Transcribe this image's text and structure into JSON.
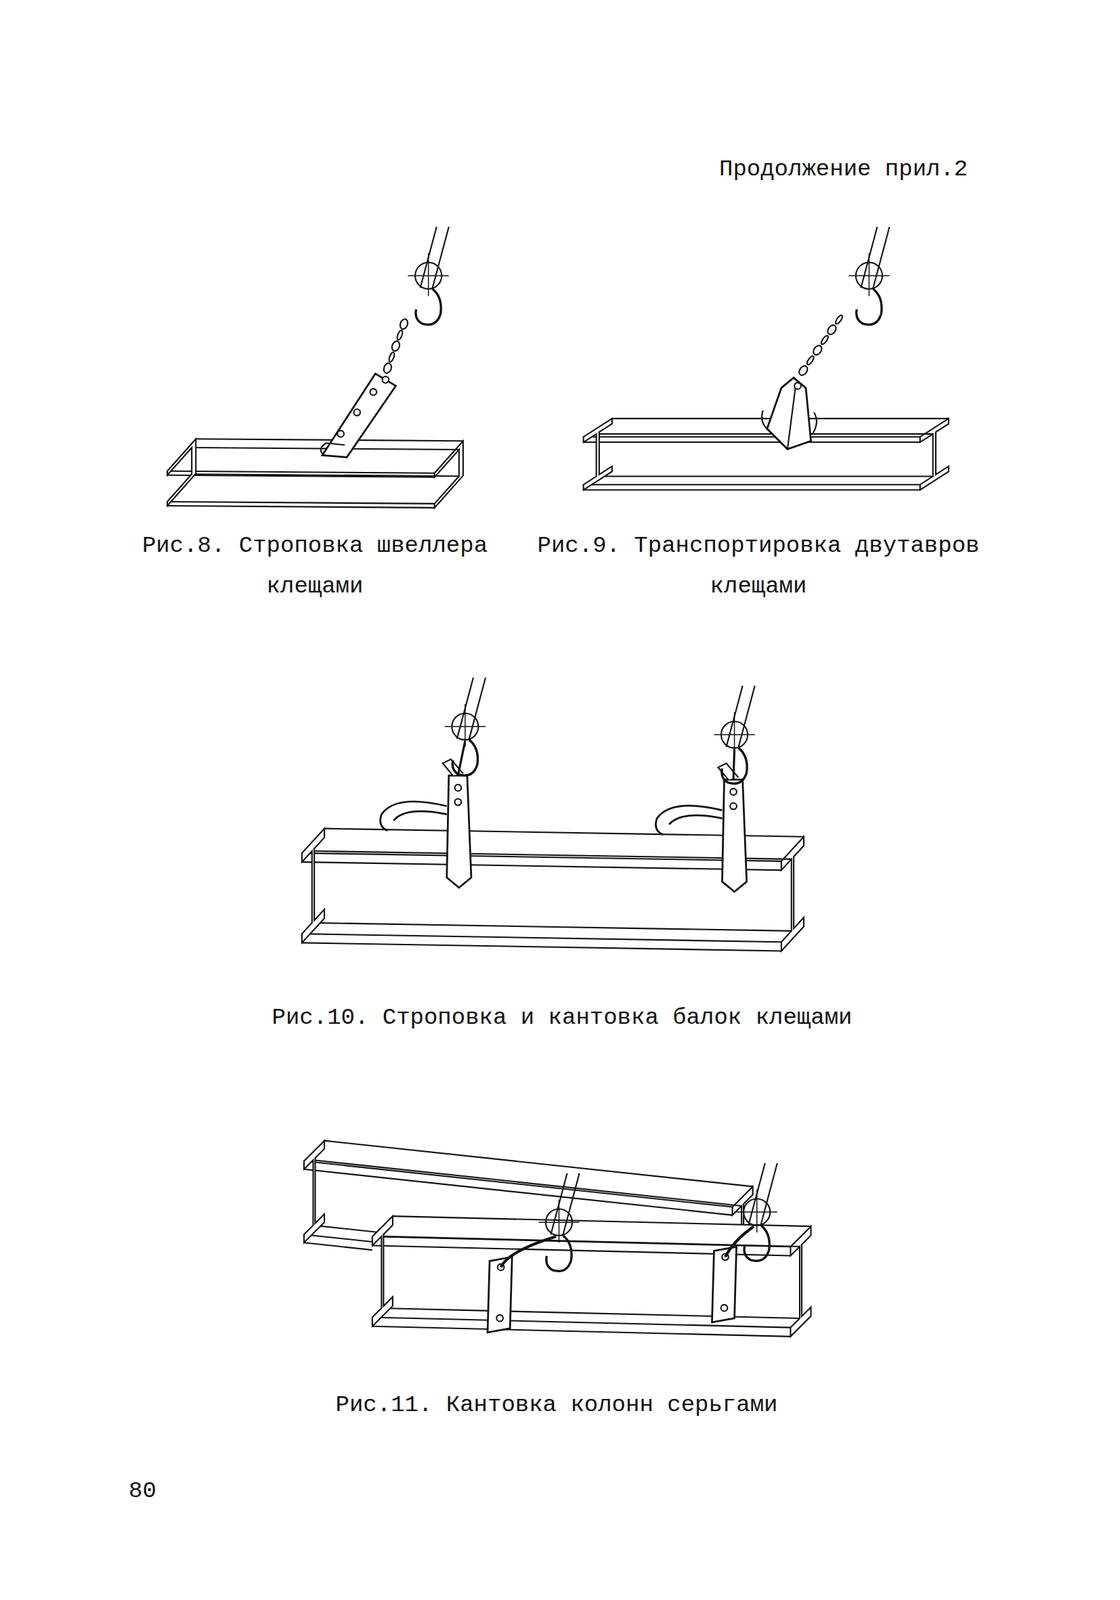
{
  "diagram": {
    "labels": [
      "Продолжение прил.2",
      "Рис.8. Строповка швеллера клещами",
      "Рис.9. Транспортировка двутавров клещами",
      "Рис.10. Строповка и кантовка балок клещами",
      "Рис.11. Кантовка колонн серьгами",
      "80"
    ]
  }
}
